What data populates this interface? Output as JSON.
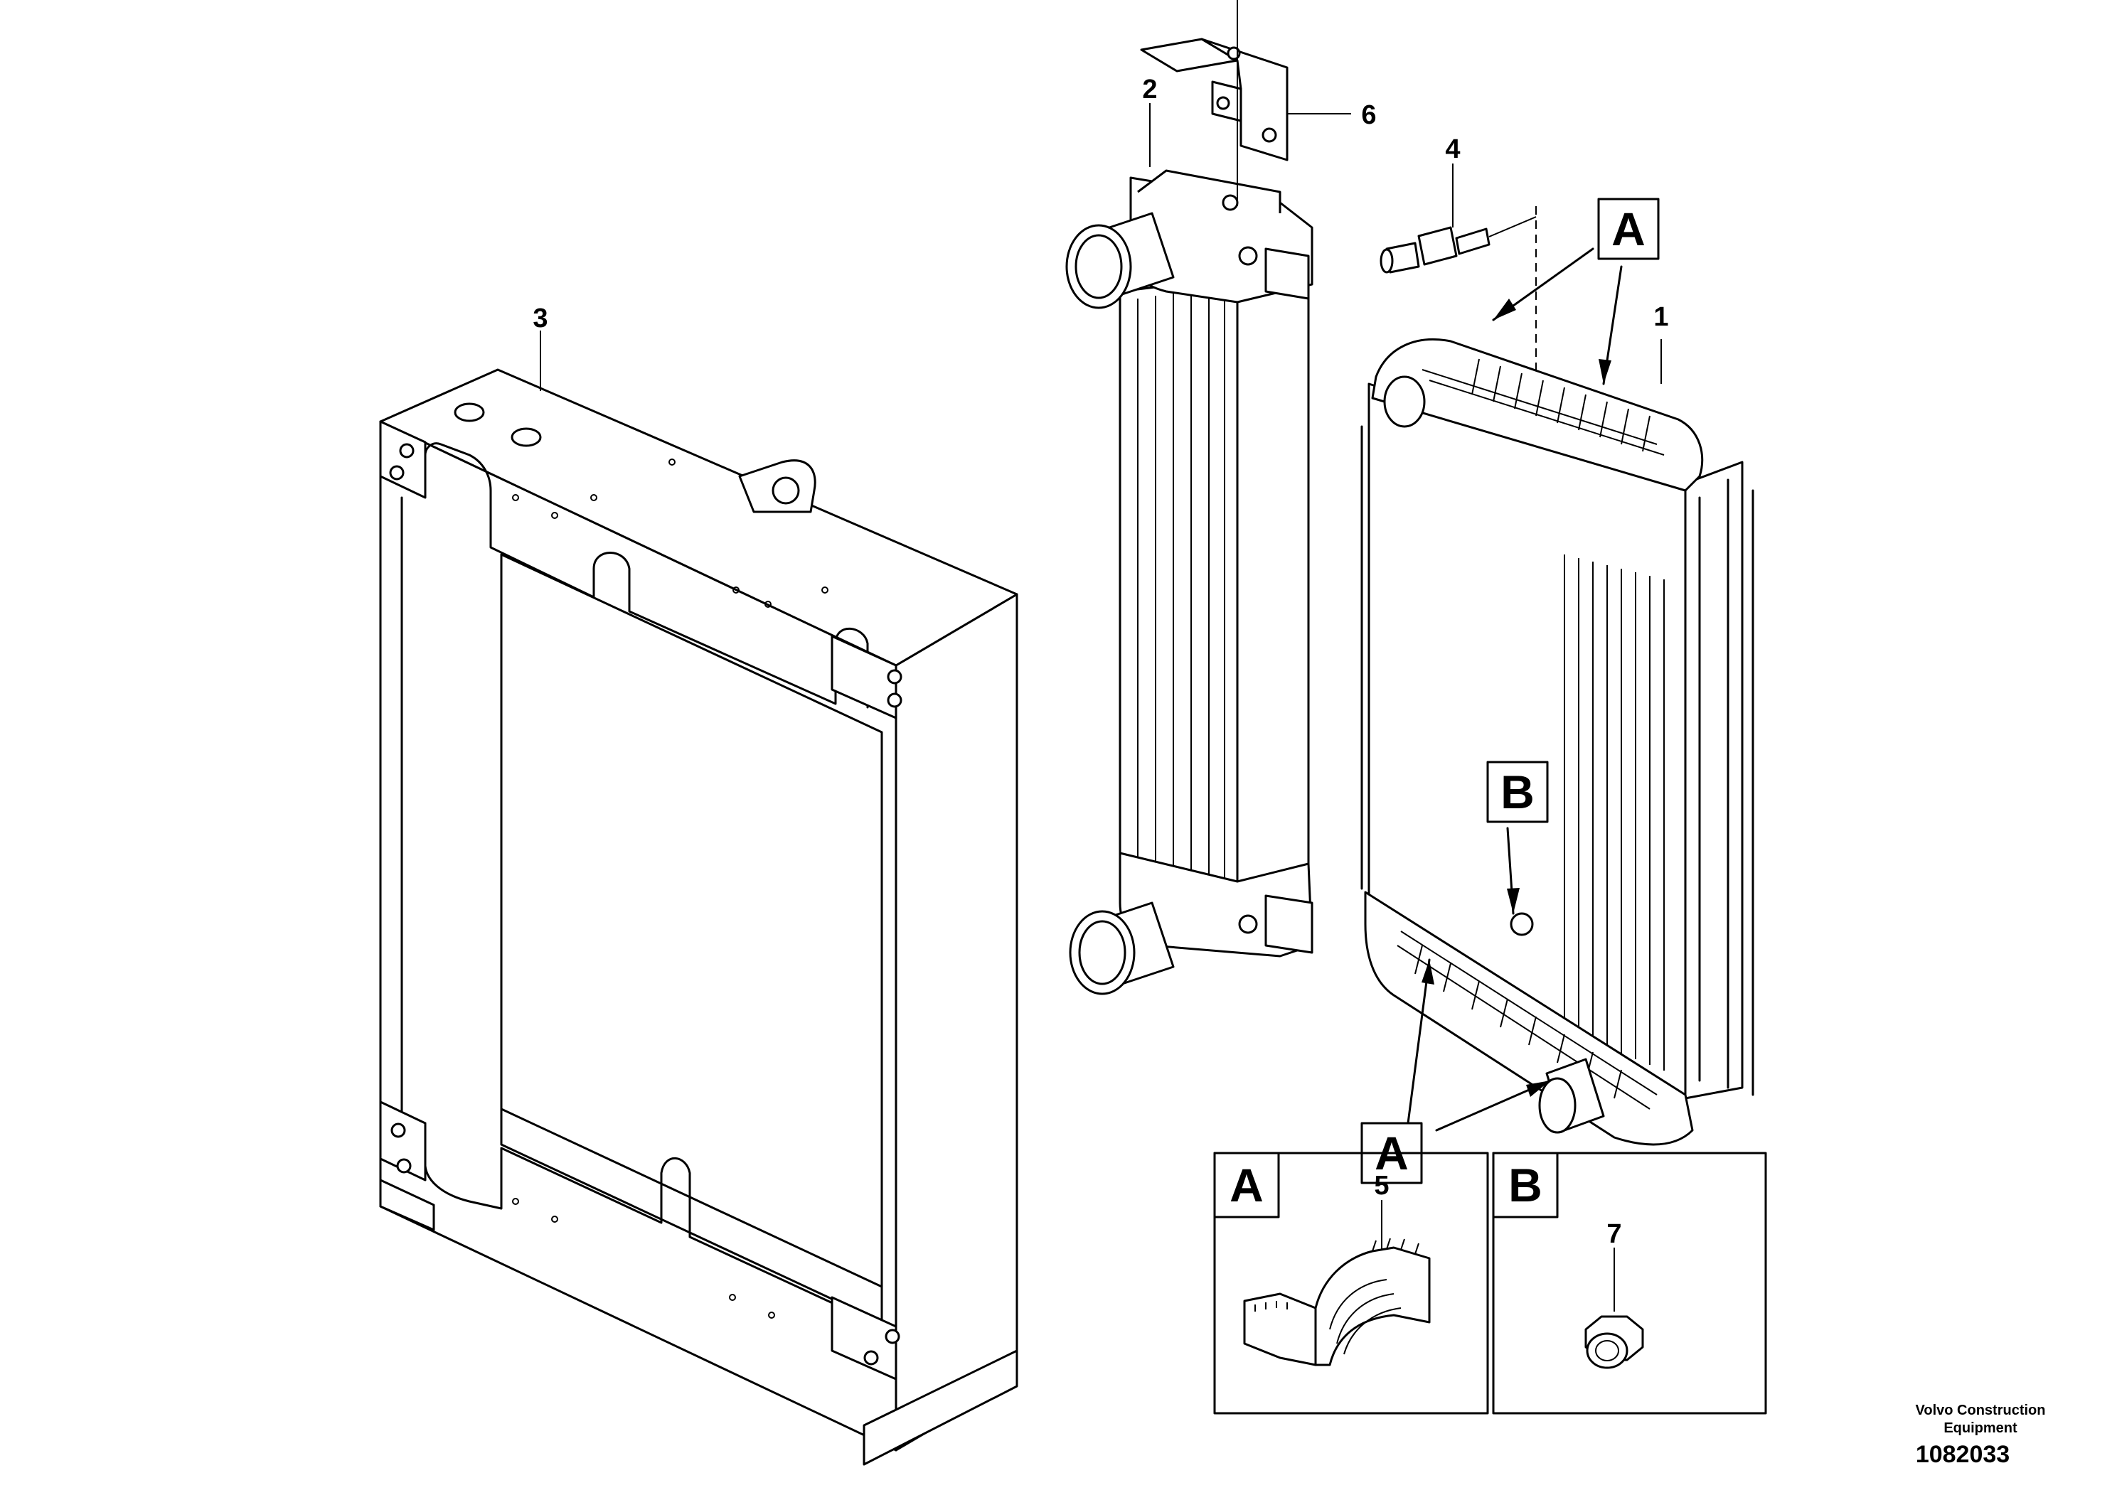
{
  "callouts": {
    "c1": "1",
    "c2": "2",
    "c3": "3",
    "c4": "4",
    "c5": "5",
    "c6": "6",
    "c7": "7"
  },
  "references": {
    "a_top": "A",
    "a_bottom": "A",
    "b_marker": "B",
    "detail_a": "A",
    "detail_b": "B"
  },
  "footer": {
    "credit_line1": "Volvo Construction",
    "credit_line2": "Equipment",
    "doc_number": "1082033"
  }
}
